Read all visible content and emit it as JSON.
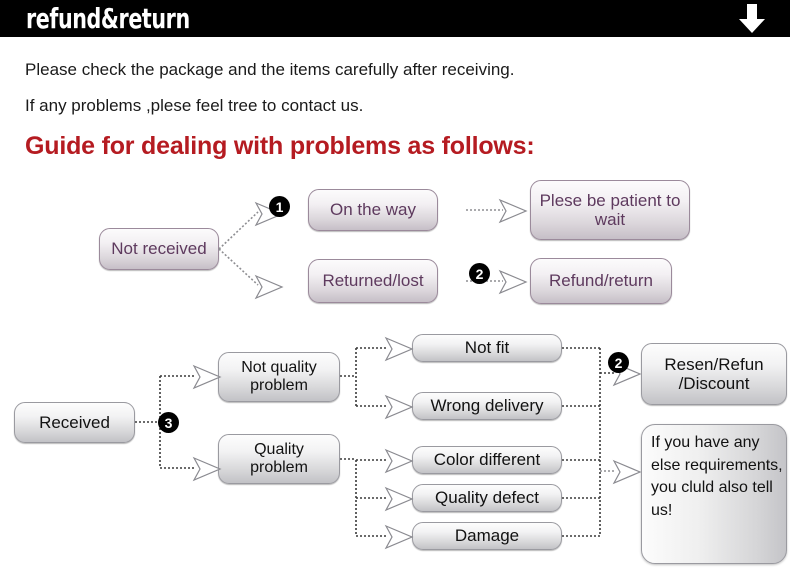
{
  "header": {
    "title": "refund&return",
    "arrow_icon": "arrow-down-icon"
  },
  "intro": {
    "line1": "Please check the package and the items carefully after receiving.",
    "line2": "If any problems ,plese feel tree to contact us.",
    "heading": "Guide for dealing with problems as follows:"
  },
  "colors": {
    "header_bg": "#000000",
    "heading_red": "#b51b21",
    "node_text_purple": "#5e3a5e",
    "node_text_black": "#121212",
    "badge_bg": "#000000"
  },
  "flow_not_received": {
    "source": "Not received",
    "branches": [
      {
        "label": "On the way",
        "badge": "1",
        "result": "Plese be patient to wait"
      },
      {
        "label": "Returned/lost",
        "badge": "2",
        "result": "Refund/return"
      }
    ]
  },
  "flow_received": {
    "source": "Received",
    "badge": "3",
    "categories": [
      {
        "label": "Not quality problem",
        "items": [
          "Not fit",
          "Wrong delivery"
        ]
      },
      {
        "label": "Quality problem",
        "items": [
          "Color different",
          "Quality defect",
          "Damage"
        ]
      }
    ],
    "outcome_badge": "2",
    "outcome": "Resen/Refun /Discount",
    "note": "If you have any else requirements, you cluld also tell us!"
  }
}
